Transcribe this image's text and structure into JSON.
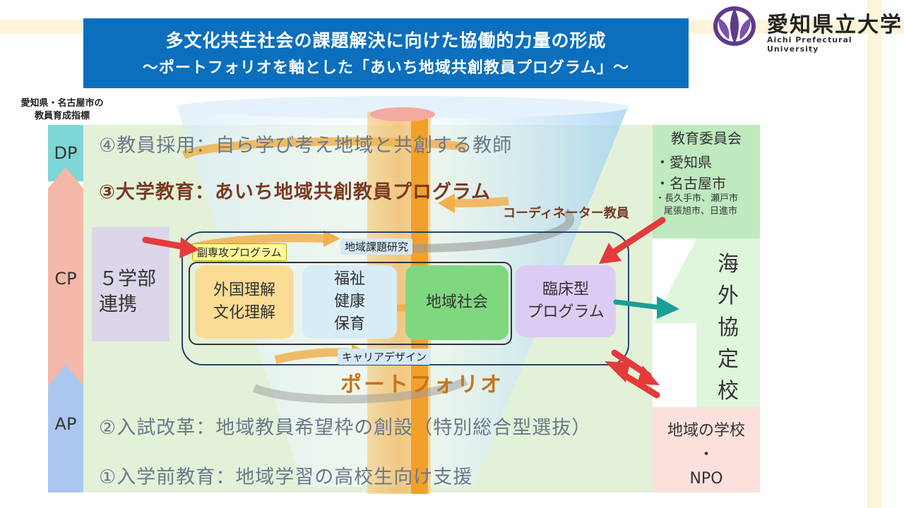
{
  "title": {
    "line1": "多文化共生社会の課題解決に向けた協働的力量の形成",
    "line2": "〜ポートフォリオを軸とした「あいち地域共創教員プログラム」〜"
  },
  "logo": {
    "name": "愛知県立大学",
    "english": "Aichi Prefectural University",
    "icon": "university-flower-icon"
  },
  "left_note": [
    "愛知県・名古屋市の",
    "教員育成指標"
  ],
  "policies": {
    "dp": "DP",
    "cp": "CP",
    "ap": "AP"
  },
  "levels": {
    "l4": "④教員採用：自ら学び考え地域と共創する教師",
    "l3": "③大学教育：あいち地域共創教員プログラム",
    "l2": "②入試改革：地域教員希望枠の創設（特別総合型選抜）",
    "l1": "①入学前教育：地域学習の高校生向け支援"
  },
  "coordinator": "コーディネーター教員",
  "board": {
    "title": "教育委員会",
    "item1": "・愛知県",
    "item2": "・名古屋市",
    "small1": "・長久手市、瀬戸市",
    "small2": "尾張旭市、日進市"
  },
  "kaigai": [
    "海",
    "外",
    "協",
    "定",
    "校"
  ],
  "local_school": [
    "地域の学校",
    "・",
    "NPO"
  ],
  "gakubu": [
    "５学部",
    "連携"
  ],
  "tags": {
    "minor": "副専攻プログラム",
    "research": "地域課題研究",
    "career": "キャリアデザイン"
  },
  "cards": {
    "foreign": [
      "外国理解",
      "文化理解"
    ],
    "welfare": [
      "福祉",
      "健康",
      "保育"
    ],
    "community": [
      "地域社会"
    ],
    "clinical": [
      "臨床型",
      "プログラム"
    ]
  },
  "portfolio": "ポートフォリオ",
  "colors": {
    "title_bg": "#0b6fbd",
    "dp": "#7fd6d6",
    "cp": "#f4b8a8",
    "ap": "#aac7ef",
    "main_bg": "#e3f1d9",
    "accent_orange": "#f1a02b",
    "arrow_red": "#e53a3a",
    "arrow_teal": "#1a9e98"
  }
}
